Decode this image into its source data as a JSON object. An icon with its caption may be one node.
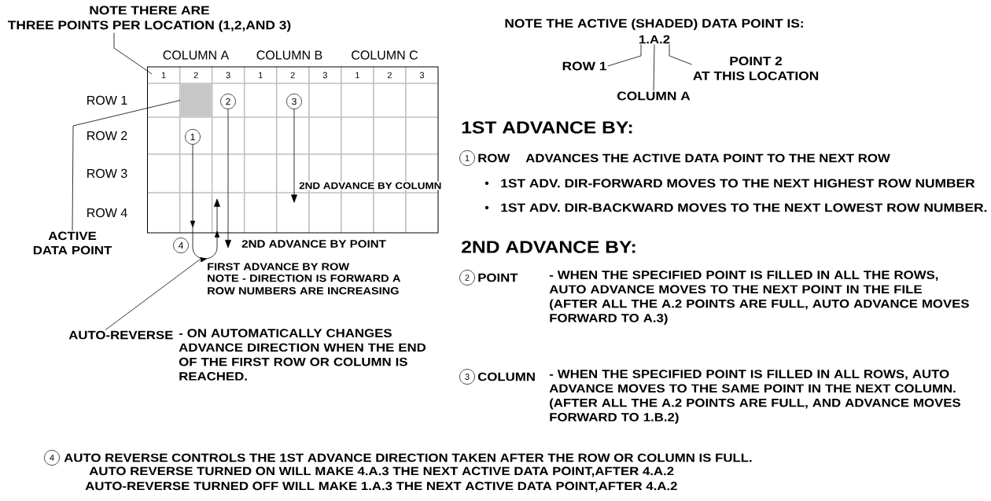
{
  "diagram": {
    "nodes": [
      {
        "text": [
          "NOTE THERE ARE",
          "THREE POINTS PER LOCATION (1,2,AND 3)"
        ]
      },
      {
        "text": [],
        "shape": "box"
      },
      {
        "text": [
          "ACTIVE DATA POINT"
        ]
      },
      {
        "text": [
          "2"
        ]
      },
      {
        "text": [
          "3"
        ]
      },
      {
        "text": [
          "1"
        ]
      },
      {
        "text": [
          "4"
        ]
      },
      {
        "text": [
          "AUTO-REVERSE"
        ],
        "beside": [
          "- ON AUTOMATICALLY CHANGES ADVANCE DIRECTION WHEN THE END OF THE FIRST ROW OR COLUMN IS REACHED."
        ]
      },
      {
        "text": [
          "1.A.2"
        ]
      },
      {
        "text": [
          "ROW 1"
        ]
      },
      {
        "text": [
          "COLUMN A"
        ]
      },
      {
        "text": [
          "POINT 2",
          "AT THIS LOCATION"
        ]
      },
      {
        "text": [
          "1"
        ],
        "beside": [
          "ROW",
          "ADVANCES THE ACTIVE DATA POINT TO THE NEXT ROW"
        ]
      },
      {
        "text": [
          "2"
        ],
        "beside": [
          "POINT",
          "- WHEN THE SPECIFIED POINT IS FILLED IN ALL THE ROWS, AUTO ADVANCE MOVES TO THE NEXT POINT IN THE FILE (AFTER ALL THE A.2 POINTS ARE FULL, AUTO ADVANCE MOVES FORWARD TO A.3)"
        ]
      },
      {
        "text": [
          "3"
        ],
        "beside": [
          "COLUMN",
          "- WHEN THE SPECIFIED POINT IS FILLED IN ALL ROWS, AUTO ADVANCE MOVES TO THE SAME POINT IN THE NEXT COLUMN. (AFTER ALL THE A.2 POINTS ARE FULL, AND ADVANCE MOVES FORWARD TO 1.B.2)"
        ]
      },
      {
        "text": [
          "4"
        ],
        "beside": [
          "AUTO REVERSE CONTROLS THE 1ST ADVANCE DIRECTION TAKEN AFTER THE ROW OR COLUMN IS FULL.",
          "AUTO REVERSE TURNED ON WILL MAKE 4.A.3 THE NEXT ACTIVE DATA POINT,AFTER 4.A.2",
          "AUTO-REVERSE TURNED OFF WILL MAKE 1.A.3 THE NEXT ACTIVE DATA POINT,AFTER 4.A.2"
        ]
      },
      {
        "text": [
          "2ND ADVANCE BY COLUMN"
        ]
      },
      {
        "text": [
          "2ND ADVANCE BY POINT"
        ]
      }
    ],
    "edges": [
      {
        "from": 0,
        "to": null,
        "arrow": "none"
      },
      {
        "from": 2,
        "to": 1,
        "arrow": "none"
      },
      {
        "from": 7,
        "to": null,
        "arrow": "none"
      },
      {
        "from": 5,
        "to": null,
        "arrow": "to"
      },
      {
        "from": 3,
        "to": 17,
        "arrow": "to"
      },
      {
        "from": 4,
        "to": 16,
        "arrow": "to"
      },
      {
        "from": 9,
        "to": 8,
        "arrow": "none"
      },
      {
        "from": 10,
        "to": 8,
        "arrow": "none"
      },
      {
        "from": 11,
        "to": 8,
        "arrow": "none"
      }
    ],
    "labels": [
      "COLUMN A",
      "COLUMN B",
      "COLUMN C",
      "1",
      "2",
      "3",
      "1",
      "2",
      "3",
      "1",
      "2",
      "3",
      "ROW 1",
      "ROW 2",
      "ROW 3",
      "ROW 4",
      "FIRST ADVANCE BY ROW",
      "NOTE - DIRECTION IS FORWARD A ROW NUMBERS ARE INCREASING",
      "NOTE THE ACTIVE (SHADED) DATA POINT IS:",
      "1ST ADVANCE BY:",
      "1ST ADV. DIR-FORWARD MOVES TO THE NEXT HIGHEST ROW NUMBER",
      "1ST ADV. DIR-BACKWARD MOVES TO THE NEXT LOWEST ROW NUMBER.",
      "2ND ADVANCE BY:"
    ]
  }
}
